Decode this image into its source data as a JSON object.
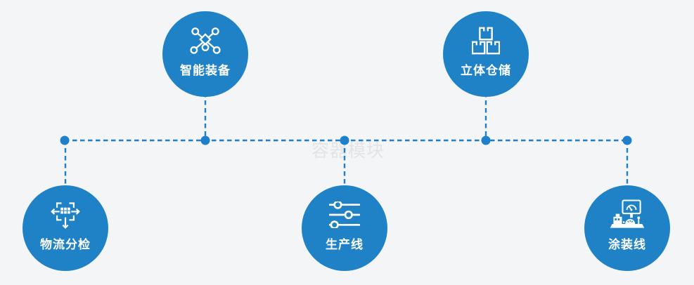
{
  "watermark": "容器模块",
  "colors": {
    "background": "#f4f5f6",
    "node_fill": "#2082c6",
    "connector": "#1e7fcb",
    "label_text": "#ffffff",
    "watermark_text": "#e3e4e6"
  },
  "nodes": [
    {
      "id": "smart-equipment",
      "label": "智能装备",
      "icon": "network-nodes-icon",
      "row": "top",
      "column": "left"
    },
    {
      "id": "warehouse",
      "label": "立体仓储",
      "icon": "stacked-boxes-icon",
      "row": "top",
      "column": "right"
    },
    {
      "id": "logistics-sorting",
      "label": "物流分检",
      "icon": "distribute-arrows-icon",
      "row": "bottom",
      "column": "left"
    },
    {
      "id": "production-line",
      "label": "生产线",
      "icon": "sliders-icon",
      "row": "bottom",
      "column": "center"
    },
    {
      "id": "painting-line",
      "label": "涂装线",
      "icon": "machine-console-icon",
      "row": "bottom",
      "column": "right"
    }
  ]
}
